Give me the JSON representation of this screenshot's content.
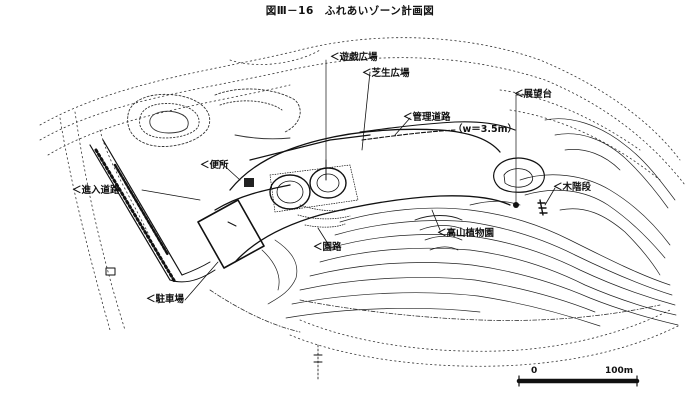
{
  "title": "図Ⅲ－16　ふれあいゾーン計画図",
  "labels": {
    "play_plaza": "＜遊戯広場",
    "lawn_plaza": "＜芝生広場",
    "mgmt_road": "＜管理道路",
    "road_width": "（w＝3.5m）",
    "observation": "＜展望台",
    "toilet": "＜便所",
    "wood_stairs": "＜木階段",
    "approach_road": "＜進入道路",
    "alpine_garden": "＜高山植物園",
    "garden_path": "＜園路",
    "parking": "＜駐車場"
  },
  "scale": {
    "zero": "0",
    "max": "100m"
  }
}
